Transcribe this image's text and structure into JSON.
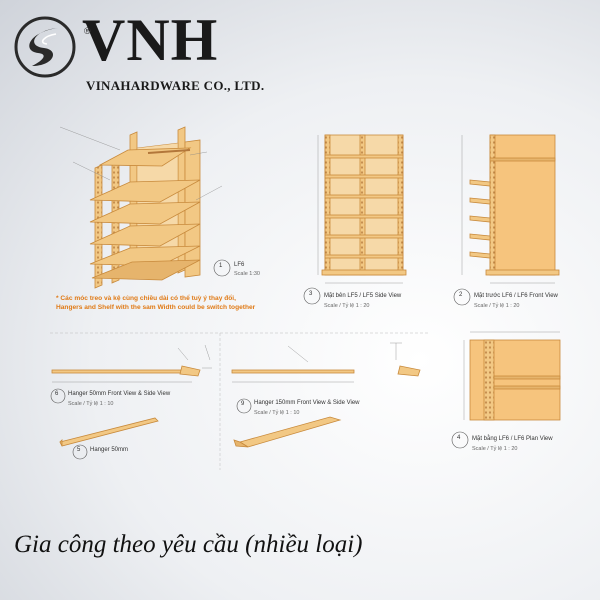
{
  "brand": {
    "name": "VNH",
    "registered": "®",
    "company": "VINAHARDWARE CO., LTD.",
    "colors": {
      "mark": "#2a2a2a",
      "accent": "#e07a16",
      "wood": "#f2c884",
      "line": "#c88a3c"
    }
  },
  "views": {
    "lf6": {
      "number": "1",
      "title": "LF6",
      "scale": "Scale 1:30"
    },
    "side": {
      "number": "3",
      "title": "Mặt bên LF5 / LF5 Side View",
      "scale": "Scale / Tỷ lệ 1 : 20"
    },
    "front": {
      "number": "2",
      "title": "Mặt trước LF6 / LF6 Front View",
      "scale": "Scale / Tỷ lệ 1 : 20"
    },
    "plan": {
      "number": "4",
      "title": "Mặt bằng LF6 / LF6 Plan View",
      "scale": "Scale / Tỷ lệ 1 : 20"
    },
    "hanger50": {
      "number": "6",
      "title": "Hanger 50mm Front View & Side View",
      "scale": "Scale / Tỷ lệ 1 : 10"
    },
    "hanger150": {
      "number": "9",
      "title": "Hanger 150mm Front View & Side View",
      "scale": "Scale / Tỷ lệ 1 : 10"
    },
    "hanger50_iso": {
      "number": "5",
      "title": "Hanger 50mm"
    }
  },
  "note": {
    "vi": "* Các móc treo và kệ cùng chiều dài có thể tuỳ ý thay đổi,",
    "en": "Hangers and Shelf with the sam Width could be switch together"
  },
  "caption": "Gia công theo yêu cầu (nhiều loại)"
}
